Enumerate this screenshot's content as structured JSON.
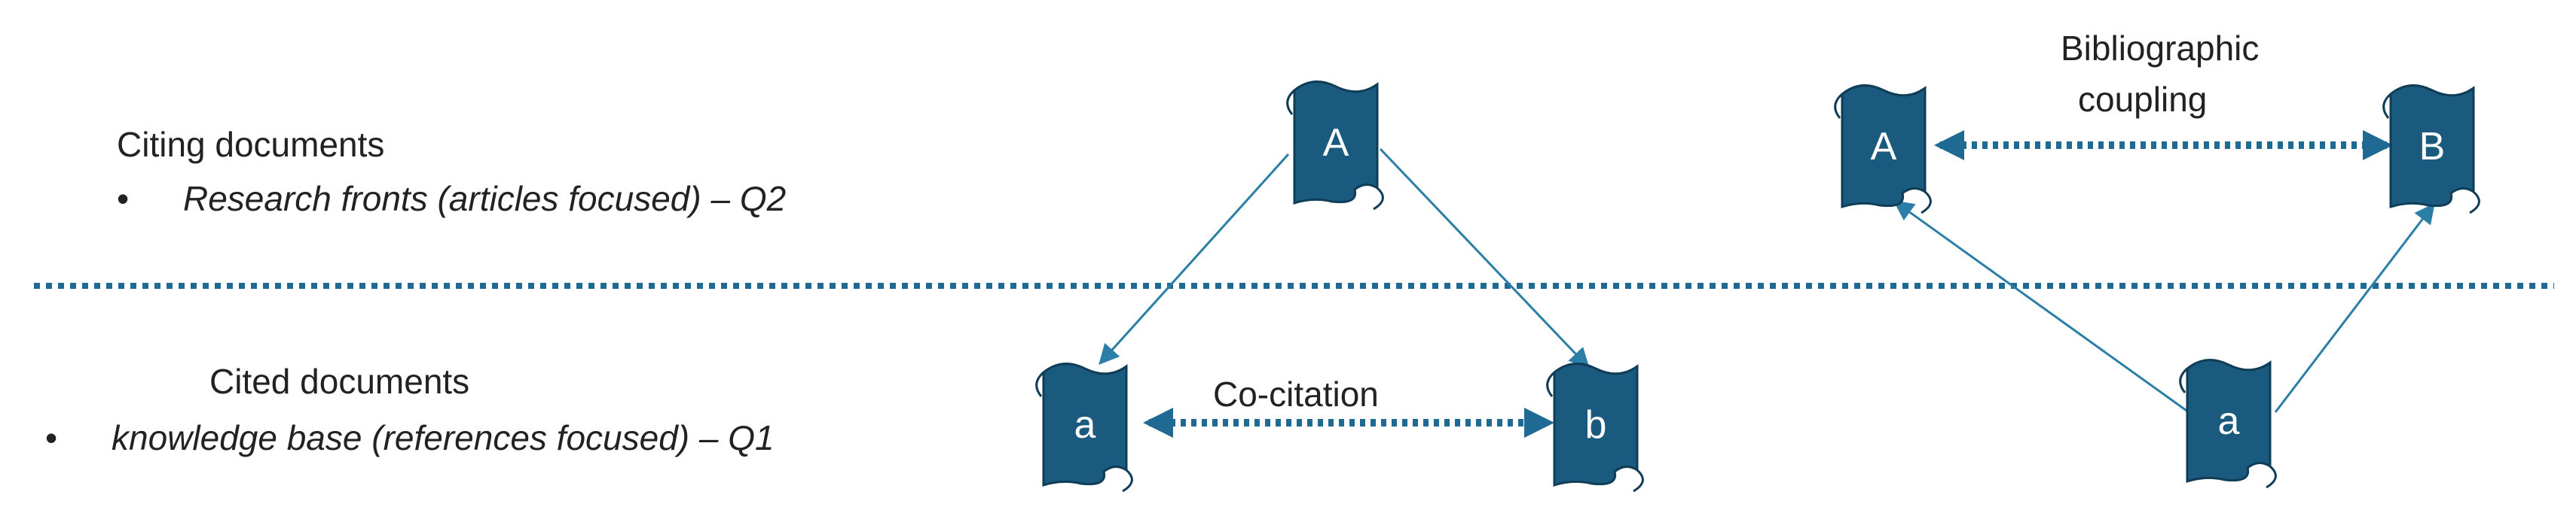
{
  "top_section": {
    "title": "Citing documents",
    "bullet": "•",
    "item": "Research fronts (articles focused) – Q2"
  },
  "bottom_section": {
    "title": "Cited documents",
    "bullet": "•",
    "item": "knowledge base (references focused) – Q1"
  },
  "cocitation": {
    "citing_node": "A",
    "cited_nodes": [
      "a",
      "b"
    ],
    "relation_label": "Co-citation"
  },
  "coupling": {
    "citing_nodes": [
      "A",
      "B"
    ],
    "cited_node": "a",
    "relation_label_line1": "Bibliographic",
    "relation_label_line2": "coupling"
  },
  "colors": {
    "node_fill": "#1a5a7e",
    "arrow": "#2b7ea6",
    "divider": "#1f6a92"
  }
}
